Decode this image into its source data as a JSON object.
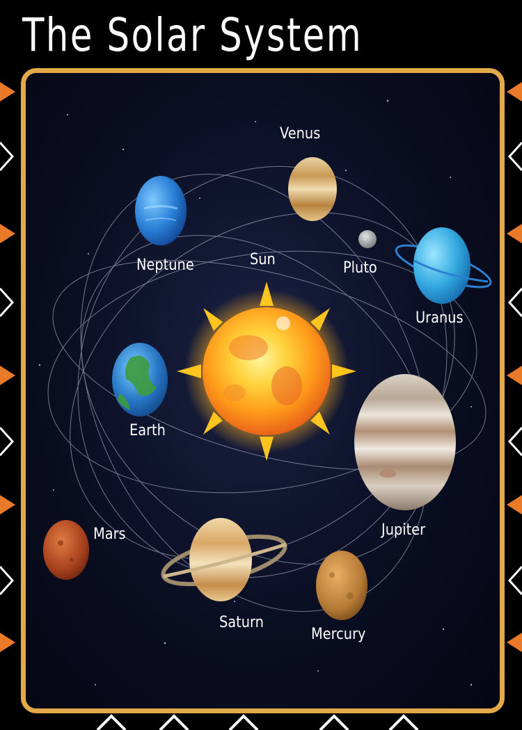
{
  "title": "The Solar System",
  "colors": {
    "frame": "#e2a948",
    "pattern_orange": "#e87a2a",
    "space": "#0a0e22"
  },
  "planets": {
    "sun": "Sun",
    "venus": "Venus",
    "neptune": "Neptune",
    "pluto": "Pluto",
    "uranus": "Uranus",
    "earth": "Earth",
    "jupiter": "Jupiter",
    "mars": "Mars",
    "saturn": "Saturn",
    "mercury": "Mercury"
  }
}
